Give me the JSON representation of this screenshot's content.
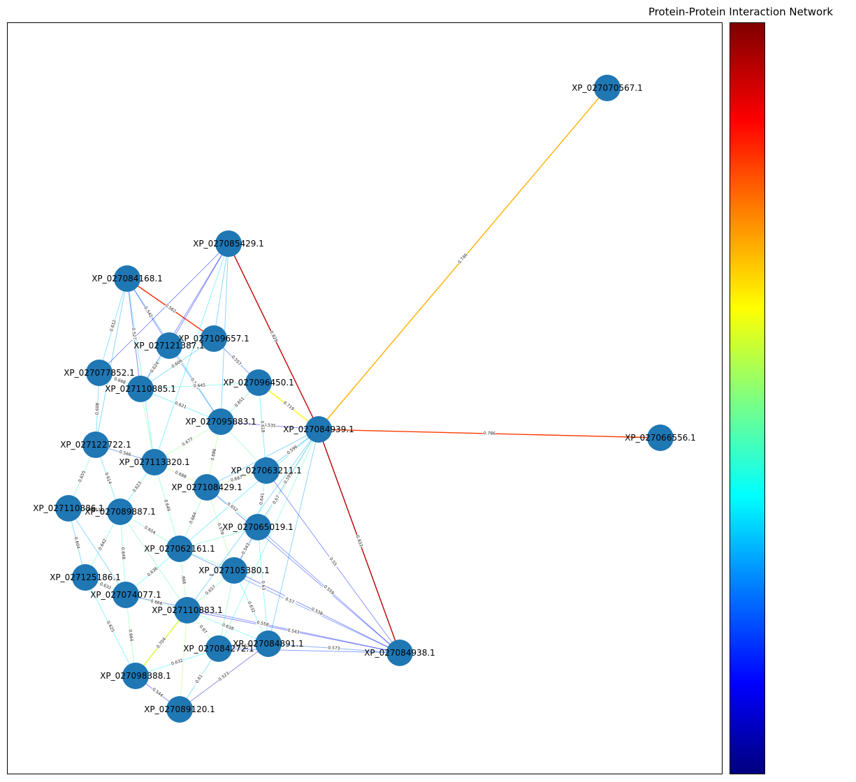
{
  "title": "Protein-Protein Interaction Network",
  "colormap": "jet",
  "node_color": "#1f77b4",
  "nodes": [
    "XP_027070567.1",
    "XP_027066556.1",
    "XP_027084939.1",
    "XP_027084938.1",
    "XP_027085429.1",
    "XP_027084168.1",
    "XP_027109657.1",
    "XP_027121387.1",
    "XP_027077852.1",
    "XP_027110885.1",
    "XP_027096450.1",
    "XP_027095883.1",
    "XP_027122722.1",
    "XP_027113320.1",
    "XP_027063211.1",
    "XP_027108429.1",
    "XP_027110886.1",
    "XP_027089887.1",
    "XP_027065019.1",
    "XP_027062161.1",
    "XP_027125186.1",
    "XP_027105380.1",
    "XP_027074077.1",
    "XP_027110883.1",
    "XP_027084891.1",
    "XP_027084272.1",
    "XP_027098388.1",
    "XP_027089120.1"
  ],
  "edges": [
    {
      "source": "XP_027084939.1",
      "target": "XP_027070567.1",
      "weight": 0.746,
      "label": "0.746"
    },
    {
      "source": "XP_027084939.1",
      "target": "XP_027066556.1",
      "weight": 0.786,
      "label": "0.786"
    },
    {
      "source": "XP_027084939.1",
      "target": "XP_027084938.1",
      "weight": 0.832,
      "label": "0.832"
    },
    {
      "source": "XP_027084939.1",
      "target": "XP_027085429.1",
      "weight": 0.828,
      "label": "0.828"
    },
    {
      "source": "XP_027084939.1",
      "target": "XP_027096450.1",
      "weight": 0.719,
      "label": "0.719"
    },
    {
      "source": "XP_027084939.1",
      "target": "XP_027095883.1",
      "weight": 0.535,
      "label": "0.535"
    },
    {
      "source": "XP_027084939.1",
      "target": "XP_027063211.1",
      "weight": 0.596,
      "label": "0.596"
    },
    {
      "source": "XP_027084939.1",
      "target": "XP_027065019.1",
      "weight": 0.595,
      "label": "0.595"
    },
    {
      "source": "XP_027084939.1",
      "target": "XP_027105380.1",
      "weight": 0.67,
      "label": "0.67"
    },
    {
      "source": "XP_027084939.1",
      "target": "XP_027084891.1",
      "weight": 0.6,
      "label": ""
    },
    {
      "source": "XP_027084939.1",
      "target": "XP_027084272.1",
      "weight": 0.65,
      "label": ""
    },
    {
      "source": "XP_027084939.1",
      "target": "XP_027110883.1",
      "weight": 0.6,
      "label": ""
    },
    {
      "source": "XP_027084939.1",
      "target": "XP_027062161.1",
      "weight": 0.62,
      "label": ""
    },
    {
      "source": "XP_027084939.1",
      "target": "XP_027108429.1",
      "weight": 0.6,
      "label": ""
    },
    {
      "source": "XP_027084168.1",
      "target": "XP_027109657.1",
      "weight": 0.792,
      "label": "0.562"
    },
    {
      "source": "XP_027084168.1",
      "target": "XP_027121387.1",
      "weight": 0.542,
      "label": "0.542"
    },
    {
      "source": "XP_027084168.1",
      "target": "XP_027077852.1",
      "weight": 0.612,
      "label": "0.612"
    },
    {
      "source": "XP_027084168.1",
      "target": "XP_027110885.1",
      "weight": 0.527,
      "label": "0.527"
    },
    {
      "source": "XP_027084168.1",
      "target": "XP_027122722.1",
      "weight": 0.6,
      "label": ""
    },
    {
      "source": "XP_027084168.1",
      "target": "XP_027095883.1",
      "weight": 0.6,
      "label": ""
    },
    {
      "source": "XP_027084168.1",
      "target": "XP_027113320.1",
      "weight": 0.62,
      "label": ""
    },
    {
      "source": "XP_027085429.1",
      "target": "XP_027109657.1",
      "weight": 0.6,
      "label": ""
    },
    {
      "source": "XP_027085429.1",
      "target": "XP_027121387.1",
      "weight": 0.55,
      "label": ""
    },
    {
      "source": "XP_027085429.1",
      "target": "XP_027110885.1",
      "weight": 0.55,
      "label": ""
    },
    {
      "source": "XP_027085429.1",
      "target": "XP_027077852.1",
      "weight": 0.55,
      "label": ""
    },
    {
      "source": "XP_027085429.1",
      "target": "XP_027095883.1",
      "weight": 0.6,
      "label": ""
    },
    {
      "source": "XP_027085429.1",
      "target": "XP_027113320.1",
      "weight": 0.62,
      "label": ""
    },
    {
      "source": "XP_027109657.1",
      "target": "XP_027096450.1",
      "weight": 0.557,
      "label": "0.557"
    },
    {
      "source": "XP_027109657.1",
      "target": "XP_027110885.1",
      "weight": 0.606,
      "label": "0.606"
    },
    {
      "source": "XP_027121387.1",
      "target": "XP_027110885.1",
      "weight": 0.624,
      "label": "0.624"
    },
    {
      "source": "XP_027121387.1",
      "target": "XP_027095883.1",
      "weight": 0.588,
      "label": "0.588"
    },
    {
      "source": "XP_027077852.1",
      "target": "XP_027110885.1",
      "weight": 0.668,
      "label": "0.668"
    },
    {
      "source": "XP_027077852.1",
      "target": "XP_027122722.1",
      "weight": 0.608,
      "label": "0.608"
    },
    {
      "source": "XP_027110885.1",
      "target": "XP_027096450.1",
      "weight": 0.645,
      "label": "0.645"
    },
    {
      "source": "XP_027110885.1",
      "target": "XP_027095883.1",
      "weight": 0.621,
      "label": "0.621"
    },
    {
      "source": "XP_027110885.1",
      "target": "XP_027113320.1",
      "weight": 0.67,
      "label": ""
    },
    {
      "source": "XP_027096450.1",
      "target": "XP_027095883.1",
      "weight": 0.651,
      "label": "0.651"
    },
    {
      "source": "XP_027096450.1",
      "target": "XP_027063211.1",
      "weight": 0.618,
      "label": "0.618"
    },
    {
      "source": "XP_027122722.1",
      "target": "XP_027113320.1",
      "weight": 0.566,
      "label": "0.566"
    },
    {
      "source": "XP_027122722.1",
      "target": "XP_027110886.1",
      "weight": 0.655,
      "label": "0.655"
    },
    {
      "source": "XP_027122722.1",
      "target": "XP_027089887.1",
      "weight": 0.614,
      "label": "0.614"
    },
    {
      "source": "XP_027113320.1",
      "target": "XP_027095883.1",
      "weight": 0.677,
      "label": "0.677"
    },
    {
      "source": "XP_027113320.1",
      "target": "XP_027108429.1",
      "weight": 0.688,
      "label": "0.688"
    },
    {
      "source": "XP_027113320.1",
      "target": "XP_027089887.1",
      "weight": 0.623,
      "label": "0.623"
    },
    {
      "source": "XP_027113320.1",
      "target": "XP_027062161.1",
      "weight": 0.649,
      "label": "0.649"
    },
    {
      "source": "XP_027095883.1",
      "target": "XP_027108429.1",
      "weight": 0.686,
      "label": "0.686"
    },
    {
      "source": "XP_027095883.1",
      "target": "XP_027063211.1",
      "weight": 0.665,
      "label": ""
    },
    {
      "source": "XP_027063211.1",
      "target": "XP_027108429.1",
      "weight": 0.687,
      "label": "0.687"
    },
    {
      "source": "XP_027063211.1",
      "target": "XP_027065019.1",
      "weight": 0.641,
      "label": "0.641"
    },
    {
      "source": "XP_027108429.1",
      "target": "XP_027062161.1",
      "weight": 0.664,
      "label": "0.664"
    },
    {
      "source": "XP_027108429.1",
      "target": "XP_027065019.1",
      "weight": 0.652,
      "label": "0.652"
    },
    {
      "source": "XP_027108429.1",
      "target": "XP_027105380.1",
      "weight": 0.679,
      "label": "0.579"
    },
    {
      "source": "XP_027110886.1",
      "target": "XP_027089887.1",
      "weight": 0.617,
      "label": "0.617"
    },
    {
      "source": "XP_027110886.1",
      "target": "XP_027125186.1",
      "weight": 0.604,
      "label": "0.604"
    },
    {
      "source": "XP_027110886.1",
      "target": "XP_027074077.1",
      "weight": 0.6,
      "label": ""
    },
    {
      "source": "XP_027089887.1",
      "target": "XP_027062161.1",
      "weight": 0.654,
      "label": "0.654"
    },
    {
      "source": "XP_027089887.1",
      "target": "XP_027125186.1",
      "weight": 0.642,
      "label": "0.642"
    },
    {
      "source": "XP_027089887.1",
      "target": "XP_027074077.1",
      "weight": 0.648,
      "label": "0.648"
    },
    {
      "source": "XP_027089887.1",
      "target": "XP_027110883.1",
      "weight": 0.66,
      "label": ""
    },
    {
      "source": "XP_027065019.1",
      "target": "XP_027105380.1",
      "weight": 0.543,
      "label": "0.543"
    },
    {
      "source": "XP_027065019.1",
      "target": "XP_027084891.1",
      "weight": 0.63,
      "label": "0.63"
    },
    {
      "source": "XP_027065019.1",
      "target": "XP_027062161.1",
      "weight": 0.65,
      "label": ""
    },
    {
      "source": "XP_027062161.1",
      "target": "XP_027105380.1",
      "weight": 0.66,
      "label": ""
    },
    {
      "source": "XP_027062161.1",
      "target": "XP_027074077.1",
      "weight": 0.636,
      "label": "0.636"
    },
    {
      "source": "XP_027062161.1",
      "target": "XP_027110883.1",
      "weight": 0.666,
      "label": ".666"
    },
    {
      "source": "XP_027125186.1",
      "target": "XP_027074077.1",
      "weight": 0.632,
      "label": "0.632"
    },
    {
      "source": "XP_027125186.1",
      "target": "XP_027098388.1",
      "weight": 0.625,
      "label": "0.625"
    },
    {
      "source": "XP_027105380.1",
      "target": "XP_027110883.1",
      "weight": 0.657,
      "label": "0.657"
    },
    {
      "source": "XP_027105380.1",
      "target": "XP_027084891.1",
      "weight": 0.632,
      "label": "0.632"
    },
    {
      "source": "XP_027105380.1",
      "target": "XP_027084272.1",
      "weight": 0.66,
      "label": ""
    },
    {
      "source": "XP_027074077.1",
      "target": "XP_027110883.1",
      "weight": 0.666,
      "label": "0.666"
    },
    {
      "source": "XP_027074077.1",
      "target": "XP_027098388.1",
      "weight": 0.664,
      "label": "0.664"
    },
    {
      "source": "XP_027110883.1",
      "target": "XP_027084272.1",
      "weight": 0.67,
      "label": "0.67"
    },
    {
      "source": "XP_027110883.1",
      "target": "XP_027098388.1",
      "weight": 0.704,
      "label": "0.704"
    },
    {
      "source": "XP_027110883.1",
      "target": "XP_027084891.1",
      "weight": 0.638,
      "label": "0.638"
    },
    {
      "source": "XP_027110883.1",
      "target": "XP_027089120.1",
      "weight": 0.69,
      "label": ""
    },
    {
      "source": "XP_027084272.1",
      "target": "XP_027089120.1",
      "weight": 0.61,
      "label": "0.61"
    },
    {
      "source": "XP_027084272.1",
      "target": "XP_027098388.1",
      "weight": 0.632,
      "label": "0.632"
    },
    {
      "source": "XP_027084891.1",
      "target": "XP_027089120.1",
      "weight": 0.523,
      "label": "0.523"
    },
    {
      "source": "XP_027084891.1",
      "target": "XP_027084272.1",
      "weight": 0.552,
      "label": "0.552"
    },
    {
      "source": "XP_027098388.1",
      "target": "XP_027089120.1",
      "weight": 0.544,
      "label": "0.544"
    },
    {
      "source": "XP_027084938.1",
      "target": "XP_027065019.1",
      "weight": 0.559,
      "label": "0.559"
    },
    {
      "source": "XP_027084938.1",
      "target": "XP_027063211.1",
      "weight": 0.55,
      "label": "0.55"
    },
    {
      "source": "XP_027084938.1",
      "target": "XP_027105380.1",
      "weight": 0.538,
      "label": "0.538"
    },
    {
      "source": "XP_027084938.1",
      "target": "XP_027062161.1",
      "weight": 0.57,
      "label": "0.57"
    },
    {
      "source": "XP_027084938.1",
      "target": "XP_027110883.1",
      "weight": 0.543,
      "label": "0.543"
    },
    {
      "source": "XP_027084938.1",
      "target": "XP_027074077.1",
      "weight": 0.558,
      "label": "0.558"
    },
    {
      "source": "XP_027084938.1",
      "target": "XP_027084891.1",
      "weight": 0.573,
      "label": "0.573"
    },
    {
      "source": "XP_027084938.1",
      "target": "XP_027084272.1",
      "weight": 0.56,
      "label": ""
    },
    {
      "source": "XP_027084938.1",
      "target": "XP_027108429.1",
      "weight": 0.55,
      "label": ""
    }
  ],
  "weight_range": [
    0.5,
    0.85
  ]
}
